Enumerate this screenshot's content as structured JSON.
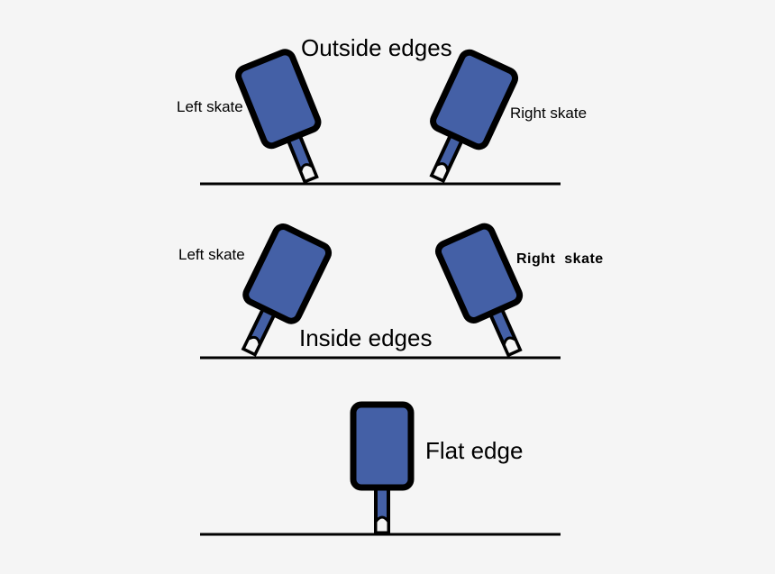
{
  "colors": {
    "background": "#f5f5f5",
    "skate_fill": "#4460a6",
    "outline": "#000000"
  },
  "outside": {
    "title": "Outside edges",
    "left_label": "Left skate",
    "right_label": "Right skate"
  },
  "inside": {
    "title": "Inside edges",
    "left_label": "Left skate",
    "right_label": "Right  skate"
  },
  "flat": {
    "title": "Flat edge"
  }
}
